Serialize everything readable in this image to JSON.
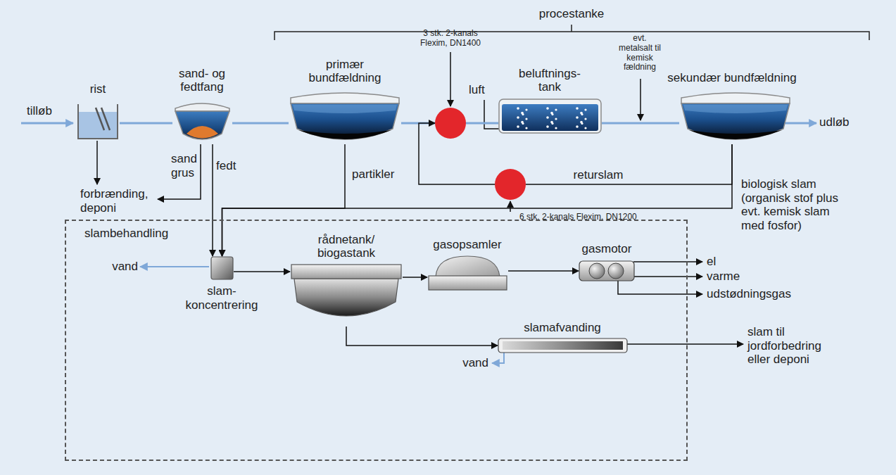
{
  "diagram": {
    "nodes": [
      {
        "text": [
          "rist"
        ]
      },
      {
        "text": [
          "sand- og fedtfang"
        ]
      },
      {
        "text": [
          "primær bundfældning"
        ]
      },
      {
        "text": [
          "3 stk. 2-kanals Flexim, DN1400"
        ]
      },
      {
        "text": [
          "beluftnings- tank"
        ]
      },
      {
        "text": [
          "sekundær bundfældning"
        ]
      },
      {
        "text": [
          "6 stk. 2-kanals Flexim, DN1200"
        ]
      },
      {
        "text": [
          "slambehandling"
        ]
      },
      {
        "text": [
          "slam- koncentrering"
        ],
        "in": 7
      },
      {
        "text": [
          "rådnetank/ biogastank"
        ],
        "in": 7
      },
      {
        "text": [
          "gasopsamler"
        ],
        "in": 7
      },
      {
        "text": [
          "gasmotor"
        ],
        "in": 7
      },
      {
        "text": [
          "slamafvanding"
        ],
        "in": 7
      }
    ],
    "edges": [
      {
        "from": 0,
        "to": 1,
        "arrow": "none"
      },
      {
        "from": 1,
        "to": 2,
        "arrow": "none"
      },
      {
        "from": 2,
        "to": 3,
        "arrow": "none"
      },
      {
        "from": 3,
        "to": 4,
        "arrow": "none"
      },
      {
        "from": 4,
        "to": 5,
        "arrow": "none"
      },
      {
        "from": 5,
        "to": 6,
        "label": "returslam",
        "arrow": "none"
      },
      {
        "from": 6,
        "to": 3,
        "arrow": "to"
      },
      {
        "from": 1,
        "to": 8,
        "arrow": "to"
      },
      {
        "from": 2,
        "to": 8,
        "arrow": "to"
      },
      {
        "from": 5,
        "to": 8,
        "arrow": "to"
      },
      {
        "from": 8,
        "to": 9,
        "arrow": "to"
      },
      {
        "from": 9,
        "to": 10,
        "arrow": "to"
      },
      {
        "from": 10,
        "to": 11,
        "arrow": "to"
      },
      {
        "from": 9,
        "to": 12,
        "arrow": "to"
      }
    ],
    "labels": [
      "procestanke",
      "tilløb",
      "udløb",
      "luft",
      "evt. metalsalt til kemisk fældning",
      "sand grus",
      "fedt",
      "forbrænding, deponi",
      "partikler",
      "biologisk slam (organisk stof plus evt. kemisk slam med fosfor)",
      "vand",
      "vand",
      "el",
      "varme",
      "udstødningsgas",
      "slam til jordforbedring eller deponi"
    ]
  }
}
